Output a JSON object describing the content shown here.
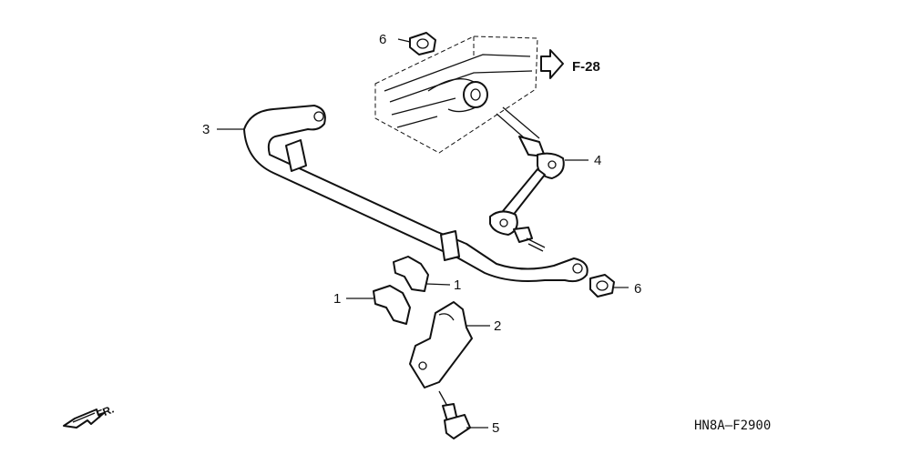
{
  "callouts": {
    "c6_top": "6",
    "c3": "3",
    "c4": "4",
    "c6_right": "6",
    "c1_right": "1",
    "c1_left": "1",
    "c2": "2",
    "c5": "5"
  },
  "reference": "F-28",
  "diagram_code": "HN8A—F2900",
  "direction_label": "FR."
}
